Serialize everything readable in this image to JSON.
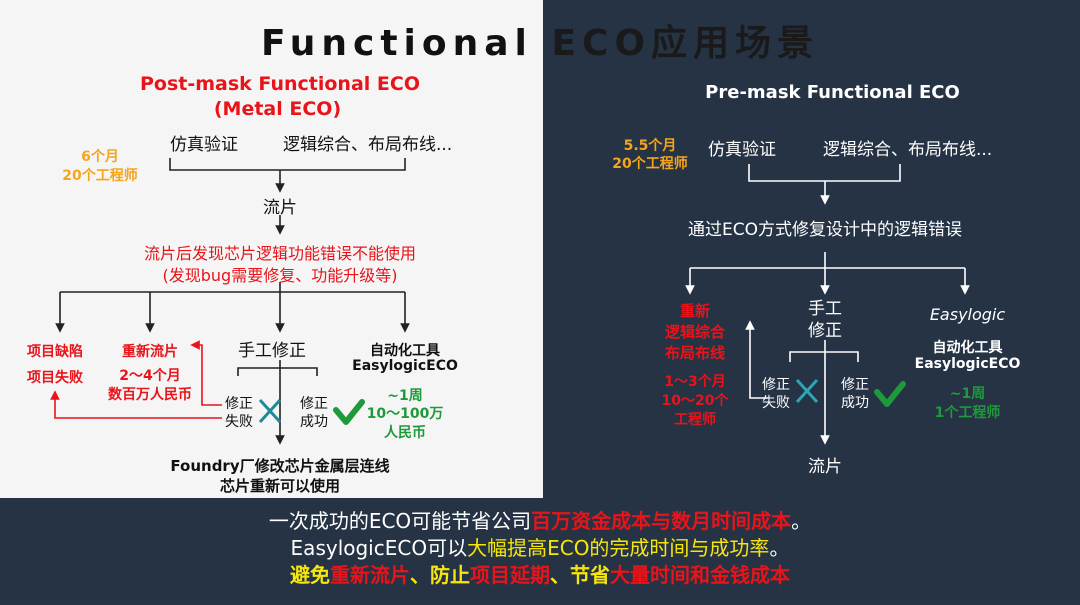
{
  "title": {
    "left": "Functional",
    "right": "ECO应用场景"
  },
  "left": {
    "heading1": "Post-mask Functional  ECO",
    "heading2": "(Metal ECO)",
    "time": "6个月",
    "engineers": "20个工程师",
    "step1": "仿真验证",
    "step2": "逻辑综合、布局布线...",
    "tapeout": "流片",
    "problem1": "流片后发现芯片逻辑功能错误不能使用",
    "problem2": "(发现bug需要修复、功能升级等)",
    "option1a": "项目缺陷",
    "option1b": "项目失败",
    "option2a": "重新流片",
    "option2b": "2～4个月",
    "option2c": "数百万人民币",
    "option3": "手工修正",
    "fail_a": "修正",
    "fail_b": "失败",
    "success_a": "修正",
    "success_b": "成功",
    "tool_a": "自动化工具",
    "tool_b": "EasylogicECO",
    "tool_time": "~1周",
    "tool_cost_a": "10～100万",
    "tool_cost_b": "人民币",
    "result1": "Foundry厂修改芯片金属层连线",
    "result2": "芯片重新可以使用"
  },
  "right": {
    "heading": "Pre-mask Functional ECO",
    "time": "5.5个月",
    "engineers": "20个工程师",
    "step1": "仿真验证",
    "step2": "逻辑综合、布局布线...",
    "fix": "通过ECO方式修复设计中的逻辑错误",
    "redo_a": "重新",
    "redo_b": "逻辑综合",
    "redo_c": "布局布线",
    "redo_time": "1～3个月",
    "redo_eng_a": "10～20个",
    "redo_eng_b": "工程师",
    "manual_a": "手工",
    "manual_b": "修正",
    "fail_a": "修正",
    "fail_b": "失败",
    "success_a": "修正",
    "success_b": "成功",
    "logo": "Easylogic",
    "tool_a": "自动化工具",
    "tool_b": "EasylogicECO",
    "tool_time": "~1周",
    "tool_eng": "1个工程师",
    "tapeout": "流片"
  },
  "bottom": {
    "l1a": "一次成功的ECO可能节省公司",
    "l1b": "百万资金成本与数月时间成本",
    "l1c": "。",
    "l2a": "EasylogicECO可以",
    "l2b": "大幅提高ECO的完成时间与成功率",
    "l2c": "。",
    "l3a": "避免",
    "l3b": "重新流片",
    "l3c": "、",
    "l3d": "防止",
    "l3e": "项目延期",
    "l3f": "、",
    "l3g": "节省",
    "l3h": "大量时间和金钱成本"
  },
  "colors": {
    "red": "#e8141a",
    "orange": "#f4a51c",
    "green": "#1f9a3b",
    "yellow": "#f5e60c",
    "dark_bg": "#253345",
    "light_bg": "#f5f5f5"
  }
}
